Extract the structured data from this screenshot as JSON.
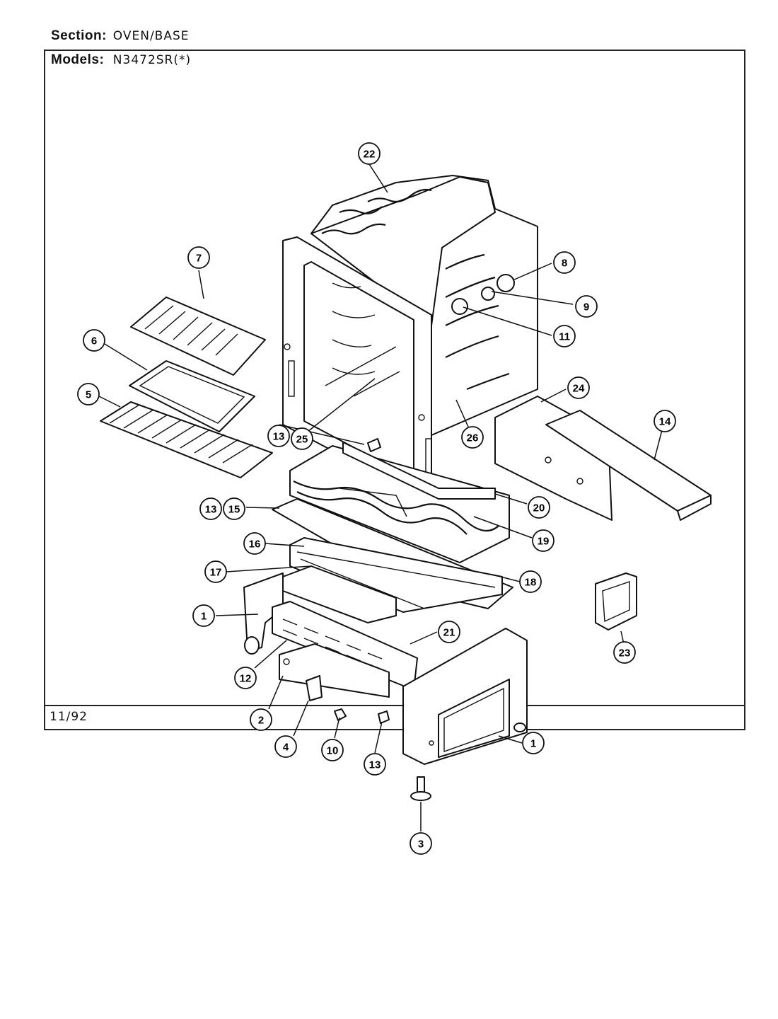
{
  "header": {
    "section_label": "Section:",
    "section_value": "OVEN/BASE",
    "models_label": "Models:",
    "models_value": "N3472SR(*)"
  },
  "footer": {
    "date_code": "11/92"
  },
  "callouts": [
    {
      "name": "callout-22",
      "label": "22"
    },
    {
      "name": "callout-7",
      "label": "7"
    },
    {
      "name": "callout-8",
      "label": "8"
    },
    {
      "name": "callout-9",
      "label": "9"
    },
    {
      "name": "callout-11",
      "label": "11"
    },
    {
      "name": "callout-6",
      "label": "6"
    },
    {
      "name": "callout-5",
      "label": "5"
    },
    {
      "name": "callout-24",
      "label": "24"
    },
    {
      "name": "callout-14",
      "label": "14"
    },
    {
      "name": "callout-13a",
      "label": "13"
    },
    {
      "name": "callout-25",
      "label": "25"
    },
    {
      "name": "callout-26",
      "label": "26"
    },
    {
      "name": "callout-20",
      "label": "20"
    },
    {
      "name": "callout-13b",
      "label": "13"
    },
    {
      "name": "callout-15",
      "label": "15"
    },
    {
      "name": "callout-19",
      "label": "19"
    },
    {
      "name": "callout-16",
      "label": "16"
    },
    {
      "name": "callout-17",
      "label": "17"
    },
    {
      "name": "callout-18",
      "label": "18"
    },
    {
      "name": "callout-1a",
      "label": "1"
    },
    {
      "name": "callout-21",
      "label": "21"
    },
    {
      "name": "callout-23",
      "label": "23"
    },
    {
      "name": "callout-12",
      "label": "12"
    },
    {
      "name": "callout-2",
      "label": "2"
    },
    {
      "name": "callout-4",
      "label": "4"
    },
    {
      "name": "callout-10",
      "label": "10"
    },
    {
      "name": "callout-13c",
      "label": "13"
    },
    {
      "name": "callout-1b",
      "label": "1"
    },
    {
      "name": "callout-3",
      "label": "3"
    }
  ]
}
